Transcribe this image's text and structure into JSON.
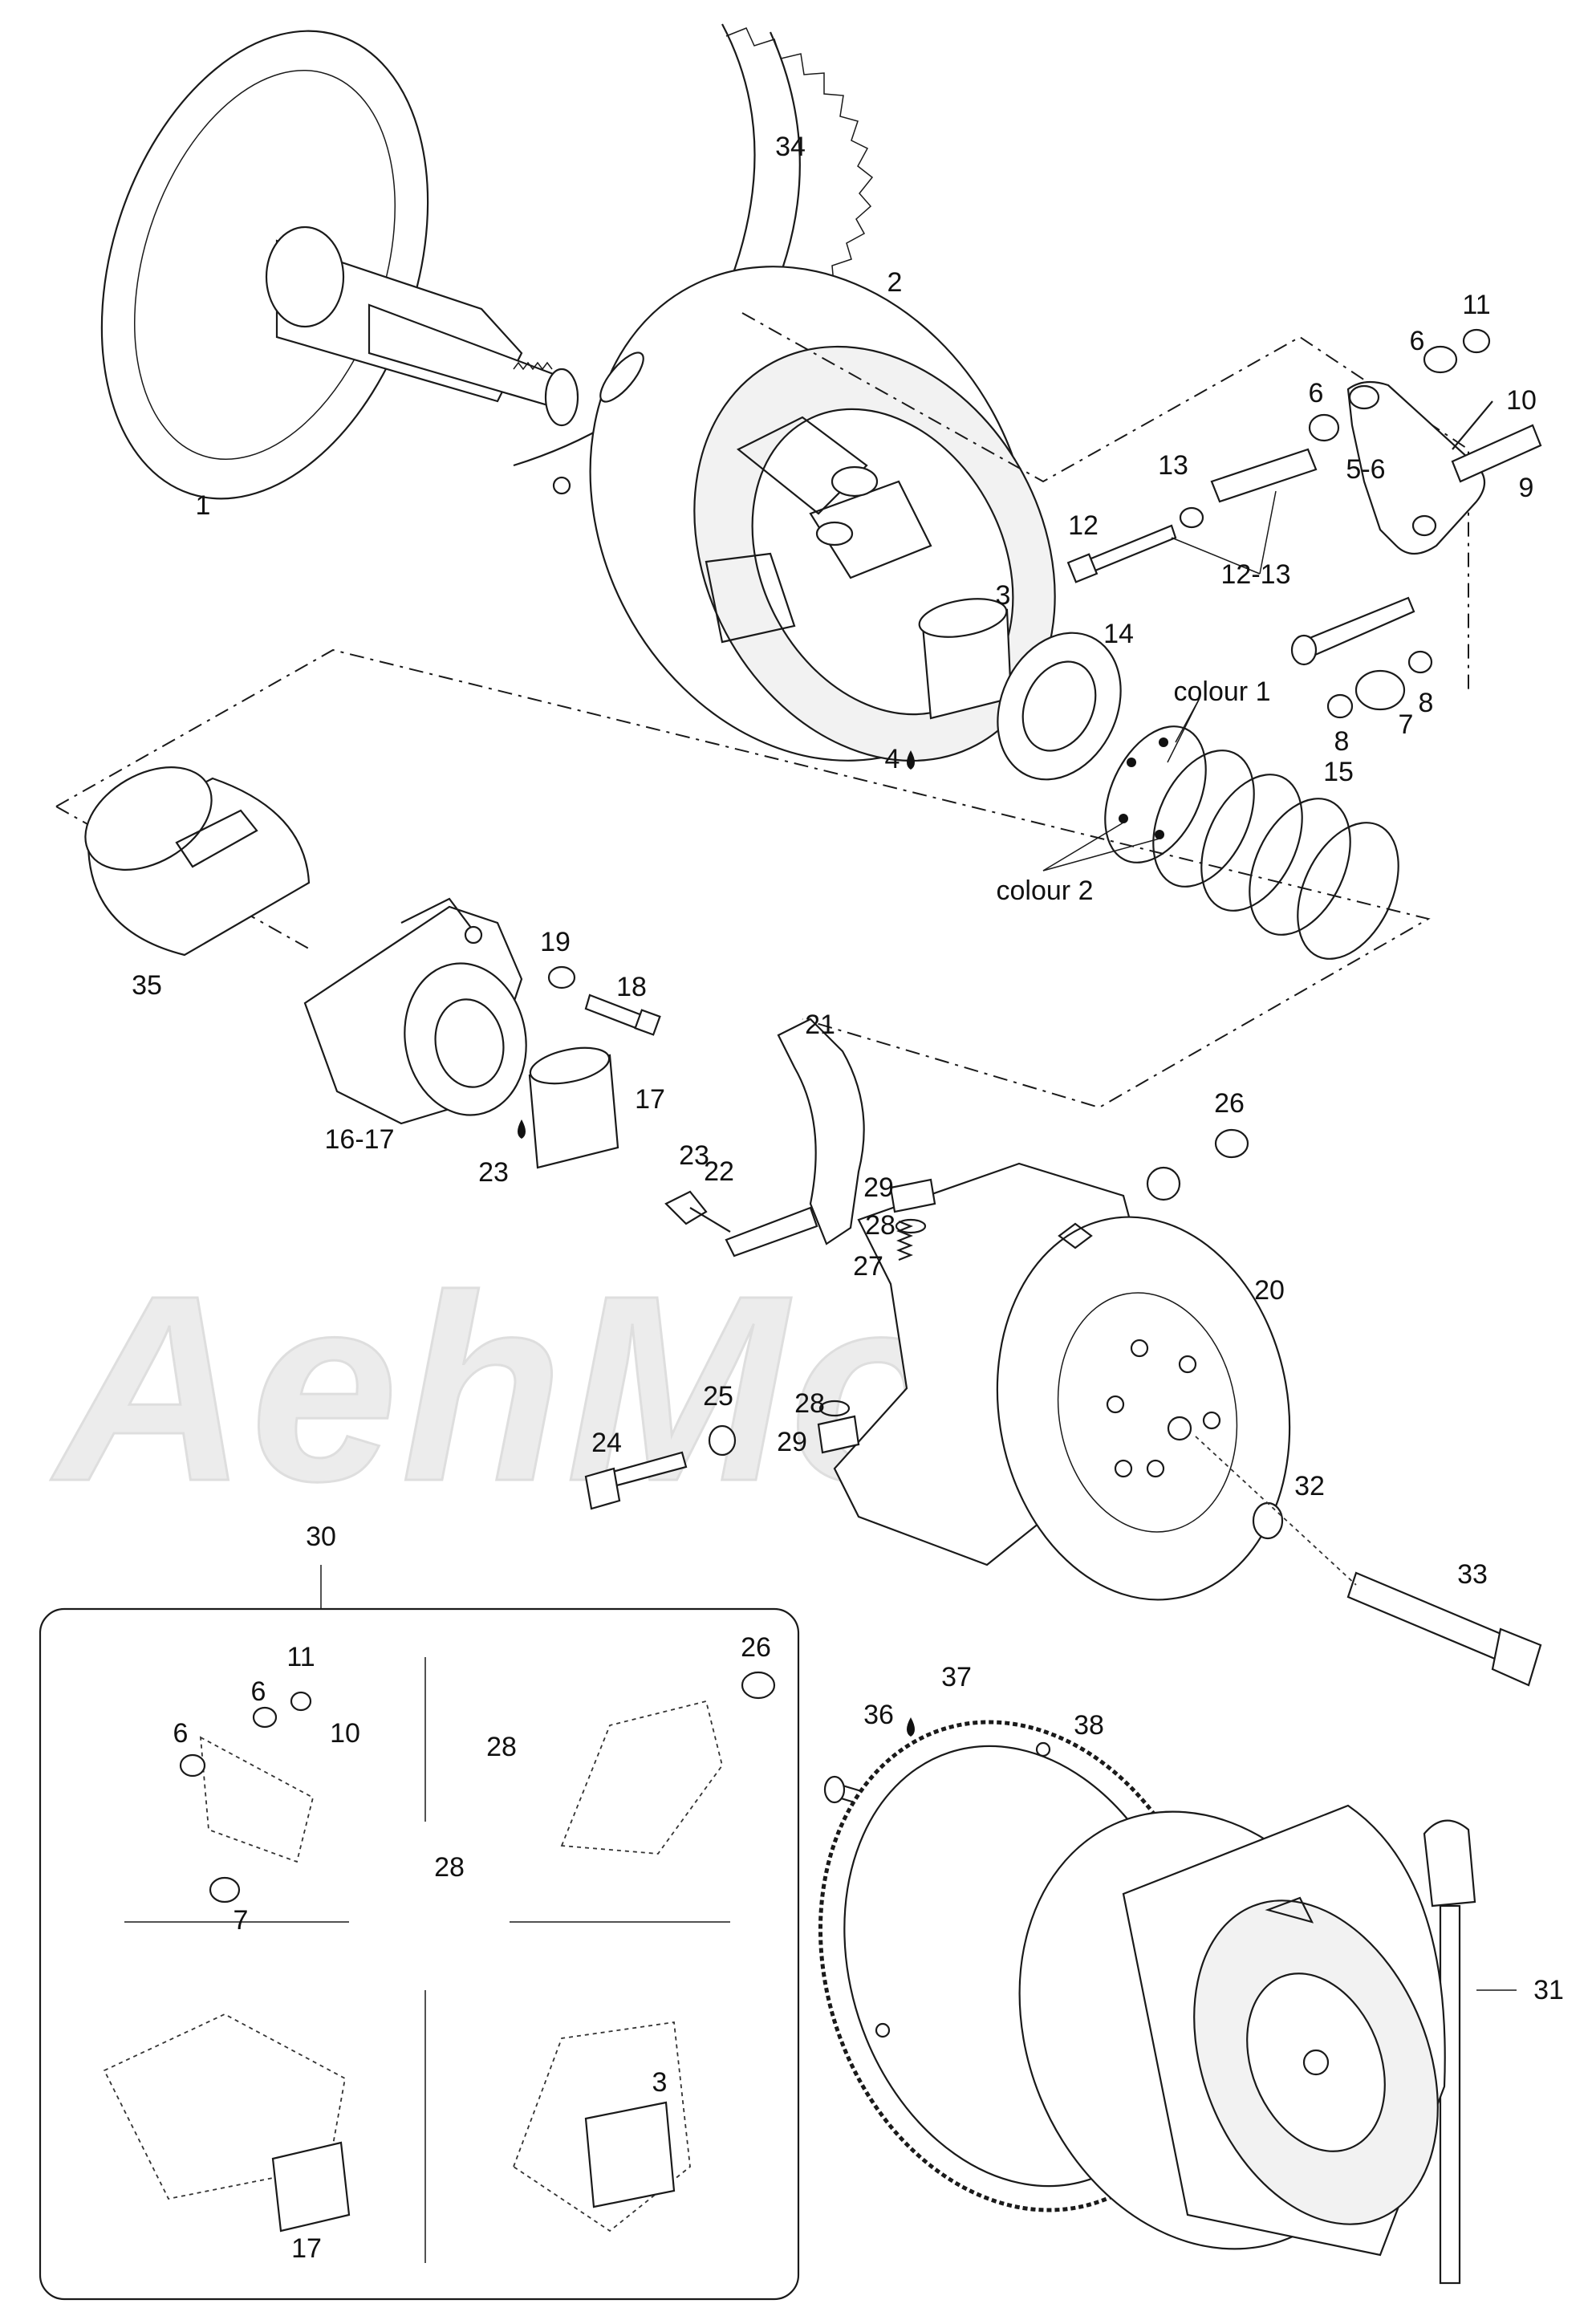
{
  "watermark": "AehMoto",
  "callouts": {
    "p1": "1",
    "p2": "2",
    "p3": "3",
    "p4": "4",
    "p5_6": "5-6",
    "p6a": "6",
    "p6b": "6",
    "p7": "7",
    "p8a": "8",
    "p8b": "8",
    "p9": "9",
    "p10": "10",
    "p11": "11",
    "p12": "12",
    "p13": "13",
    "p12_13": "12-13",
    "p14": "14",
    "p15": "15",
    "colour1": "colour 1",
    "colour2": "colour 2",
    "p16_17": "16-17",
    "p17": "17",
    "p18": "18",
    "p19": "19",
    "p20": "20",
    "p21": "21",
    "p22": "22",
    "p23a": "23",
    "p23b": "23",
    "p24": "24",
    "p25": "25",
    "p26": "26",
    "p27": "27",
    "p28a": "28",
    "p28b": "28",
    "p29a": "29",
    "p29b": "29",
    "p30": "30",
    "p31": "31",
    "p32": "32",
    "p33": "33",
    "p34": "34",
    "p35": "35",
    "p36": "36",
    "p37": "37",
    "p38": "38"
  },
  "inset_callouts": {
    "i11": "11",
    "i6a": "6",
    "i6b": "6",
    "i10": "10",
    "i7": "7",
    "i26": "26",
    "i28a": "28",
    "i28b": "28",
    "i3": "3",
    "i17": "17"
  }
}
